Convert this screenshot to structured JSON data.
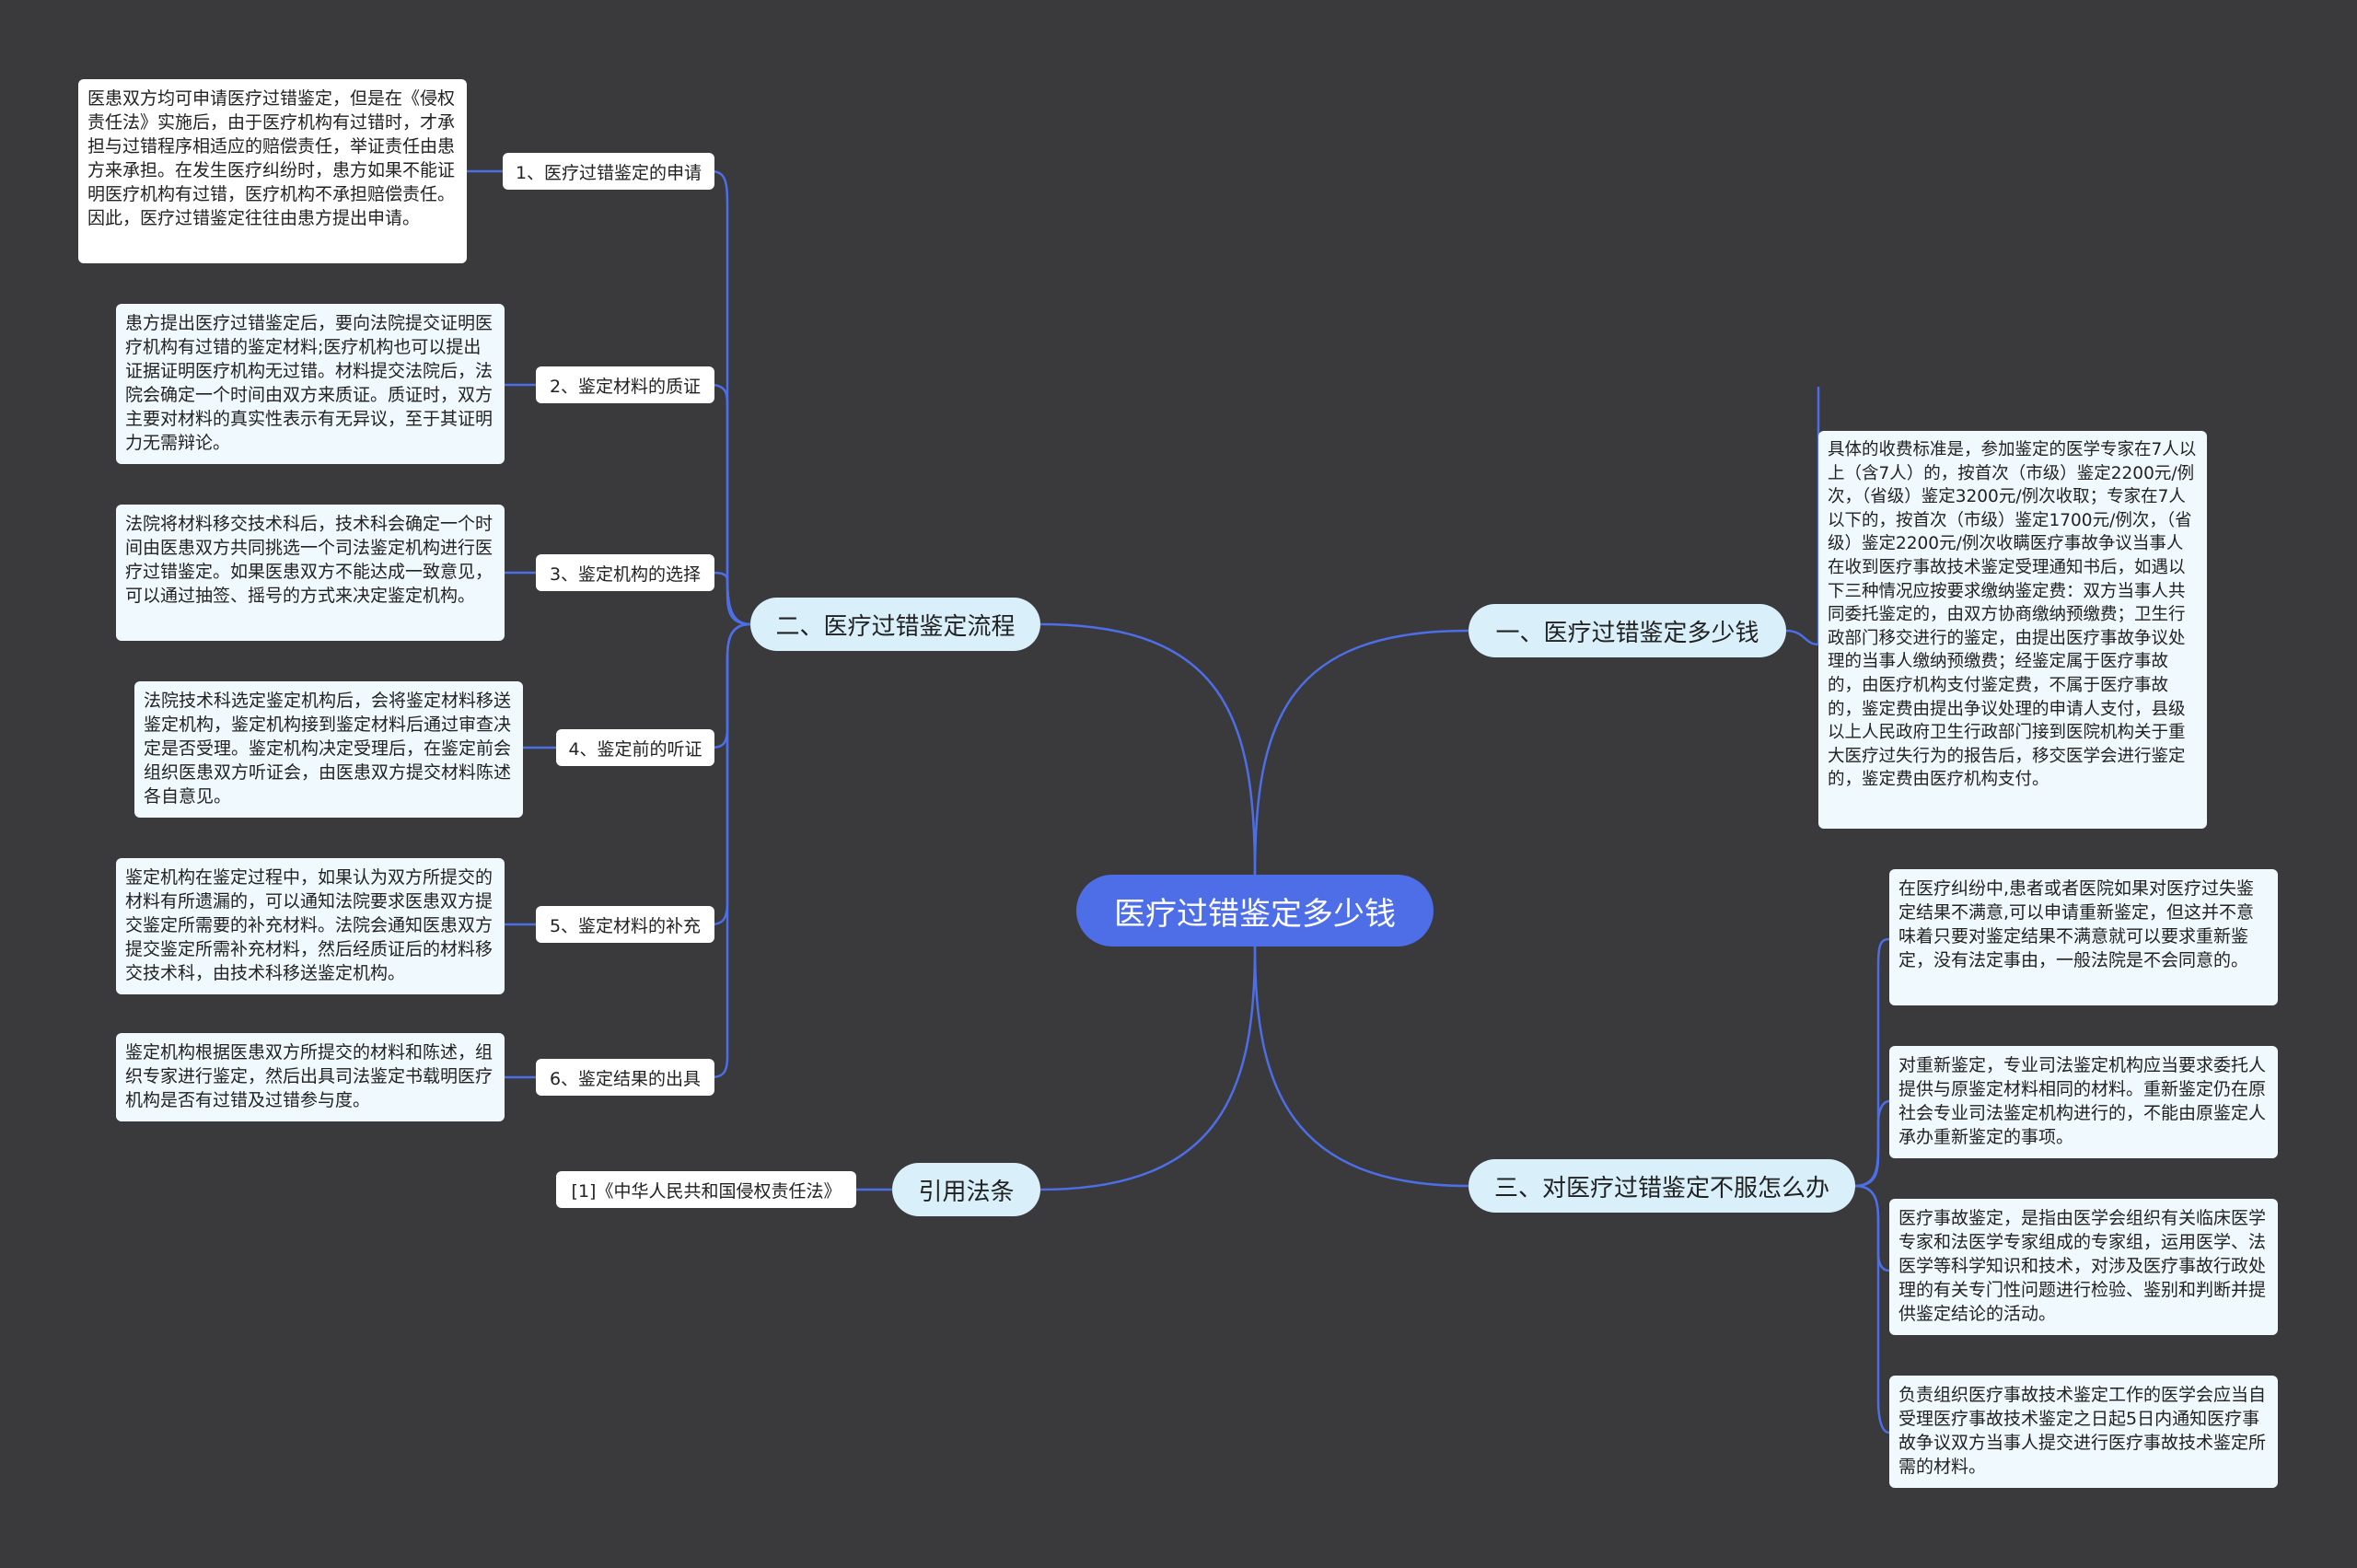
{
  "root": {
    "label": "医疗过错鉴定多少钱"
  },
  "branches": {
    "cost": {
      "label": "一、医疗过错鉴定多少钱",
      "detail": "具体的收费标准是，参加鉴定的医学专家在7人以上（含7人）的，按首次（市级）鉴定2200元/例次，（省级）鉴定3200元/例次收取；专家在7人以下的，按首次（市级）鉴定1700元/例次，（省级）鉴定2200元/例次收瞒医疗事故争议当事人在收到医疗事故技术鉴定受理通知书后，如遇以下三种情况应按要求缴纳鉴定费：双方当事人共同委托鉴定的，由双方协商缴纳预缴费；卫生行政部门移交进行的鉴定，由提出医疗事故争议处理的当事人缴纳预缴费；经鉴定属于医疗事故的，由医疗机构支付鉴定费，不属于医疗事故的，鉴定费由提出争议处理的申请人支付，县级以上人民政府卫生行政部门接到医院机构关于重大医疗过失行为的报告后，移交医学会进行鉴定的，鉴定费由医疗机构支付。"
    },
    "process": {
      "label": "二、医疗过错鉴定流程",
      "steps": [
        {
          "label": "1、医疗过错鉴定的申请",
          "detail": "医患双方均可申请医疗过错鉴定，但是在《侵权责任法》实施后，由于医疗机构有过错时，才承担与过错程序相适应的赔偿责任，举证责任由患方来承担。在发生医疗纠纷时，患方如果不能证明医疗机构有过错，医疗机构不承担赔偿责任。因此，医疗过错鉴定往往由患方提出申请。"
        },
        {
          "label": "2、鉴定材料的质证",
          "detail": "患方提出医疗过错鉴定后，要向法院提交证明医疗机构有过错的鉴定材料;医疗机构也可以提出证据证明医疗机构无过错。材料提交法院后，法院会确定一个时间由双方来质证。质证时，双方主要对材料的真实性表示有无异议，至于其证明力无需辩论。"
        },
        {
          "label": "3、鉴定机构的选择",
          "detail": "法院将材料移交技术科后，技术科会确定一个时间由医患双方共同挑选一个司法鉴定机构进行医疗过错鉴定。如果医患双方不能达成一致意见，可以通过抽签、摇号的方式来决定鉴定机构。"
        },
        {
          "label": "4、鉴定前的听证",
          "detail": "法院技术科选定鉴定机构后，会将鉴定材料移送鉴定机构，鉴定机构接到鉴定材料后通过审查决定是否受理。鉴定机构决定受理后，在鉴定前会组织医患双方听证会，由医患双方提交材料陈述各自意见。"
        },
        {
          "label": "5、鉴定材料的补充",
          "detail": "鉴定机构在鉴定过程中，如果认为双方所提交的材料有所遗漏的，可以通知法院要求医患双方提交鉴定所需要的补充材料。法院会通知医患双方提交鉴定所需补充材料，然后经质证后的材料移交技术科，由技术科移送鉴定机构。"
        },
        {
          "label": "6、鉴定结果的出具",
          "detail": "鉴定机构根据医患双方所提交的材料和陈述，组织专家进行鉴定，然后出具司法鉴定书载明医疗机构是否有过错及过错参与度。"
        }
      ]
    },
    "disagree": {
      "label": "三、对医疗过错鉴定不服怎么办",
      "details": [
        "在医疗纠纷中,患者或者医院如果对医疗过失鉴定结果不满意,可以申请重新鉴定，但这并不意味着只要对鉴定结果不满意就可以要求重新鉴定，没有法定事由，一般法院是不会同意的。",
        "对重新鉴定，专业司法鉴定机构应当要求委托人提供与原鉴定材料相同的材料。重新鉴定仍在原社会专业司法鉴定机构进行的，不能由原鉴定人承办重新鉴定的事项。",
        "医疗事故鉴定，是指由医学会组织有关临床医学专家和法医学专家组成的专家组，运用医学、法医学等科学知识和技术，对涉及医疗事故行政处理的有关专门性问题进行检验、鉴别和判断并提供鉴定结论的活动。",
        "负责组织医疗事故技术鉴定工作的医学会应当自受理医疗事故技术鉴定之日起5日内通知医疗事故争议双方当事人提交进行医疗事故技术鉴定所需的材料。"
      ]
    },
    "law": {
      "label": "引用法条",
      "ref": "[1]《中华人民共和国侵权责任法》"
    }
  },
  "colors": {
    "background": "#3a393b",
    "root": "#4d6ee6",
    "branch": "#d9f0fb",
    "line": "#4d6ee6"
  }
}
